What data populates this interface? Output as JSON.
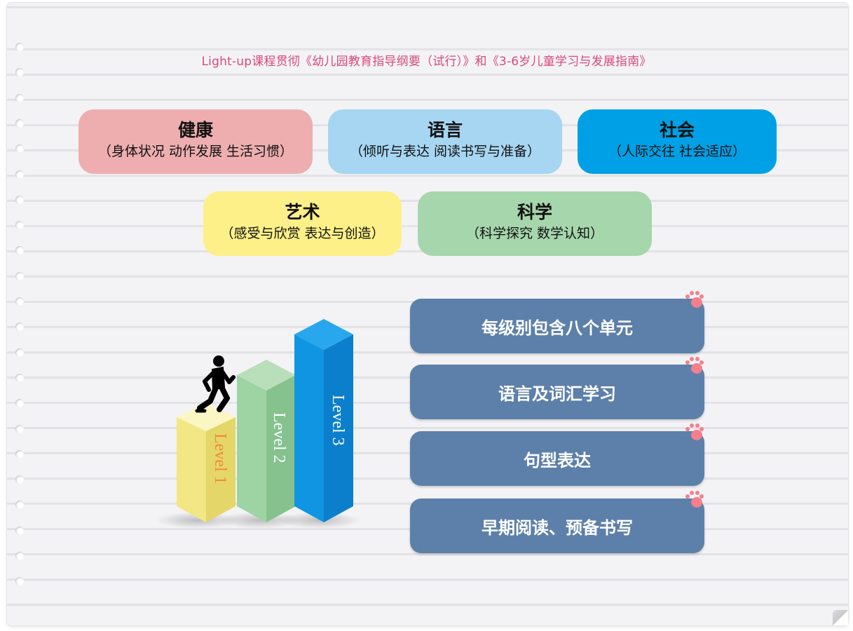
{
  "header": {
    "title": "Light-up课程贯彻《幼儿园教育指导纲要（试行）》和《3-6岁儿童学习与发展指南》"
  },
  "domains": [
    {
      "name": "健康",
      "desc": "（身体状况  动作发展  生活习惯）",
      "color": "#eeaeb0"
    },
    {
      "name": "语言",
      "desc": "（倾听与表达  阅读书写与准备）",
      "color": "#a6d6f1"
    },
    {
      "name": "社会",
      "desc": "（人际交往  社会适应）",
      "color": "#00a0e6"
    },
    {
      "name": "艺术",
      "desc": "（感受与欣赏 表达与创造）",
      "color": "#fdf088"
    },
    {
      "name": "科学",
      "desc": "（科学探究  数学认知）",
      "color": "#a6d6ac"
    }
  ],
  "levels": [
    {
      "label": "Level 1",
      "color_front": "#f2e784",
      "color_side": "#e5d66a",
      "color_top": "#fbf6c4",
      "text_color": "#f08a3a"
    },
    {
      "label": "Level 2",
      "color_front": "#9ed3a4",
      "color_side": "#85c28e",
      "color_top": "#b9dfba",
      "text_color": "#ffffff"
    },
    {
      "label": "Level 3",
      "color_front": "#0f95e1",
      "color_side": "#0b7fcc",
      "color_top": "#28a7ee",
      "text_color": "#ffffff"
    }
  ],
  "features": [
    {
      "label": "每级别包含八个单元"
    },
    {
      "label": "语言及词汇学习"
    },
    {
      "label": "句型表达"
    },
    {
      "label": "早期阅读、预备书写"
    }
  ]
}
